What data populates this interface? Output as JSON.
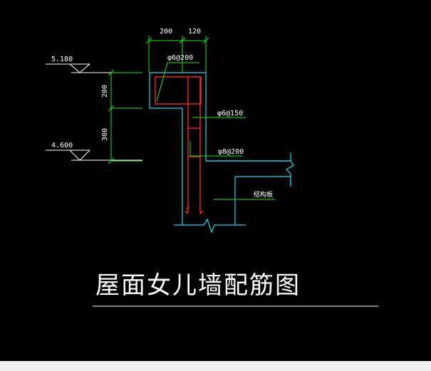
{
  "drawing": {
    "colors": {
      "background": "#000000",
      "wall": "#22d4e6",
      "rebar": "#ff2a2a",
      "dimension": "#22e022",
      "text": "#ffffff"
    },
    "dimensions": {
      "top_width_left": "200",
      "top_width_right": "120",
      "height_upper": "200",
      "height_lower": "300"
    },
    "elevations": {
      "upper": "5.180",
      "lower": "4.600"
    },
    "rebar_labels": {
      "top_stirrup": "φ6@200",
      "vertical_bar": "φ6@150",
      "horizontal_bar": "φ8@200"
    },
    "note_label": "结构板",
    "title": "屋面女儿墙配筋图"
  }
}
